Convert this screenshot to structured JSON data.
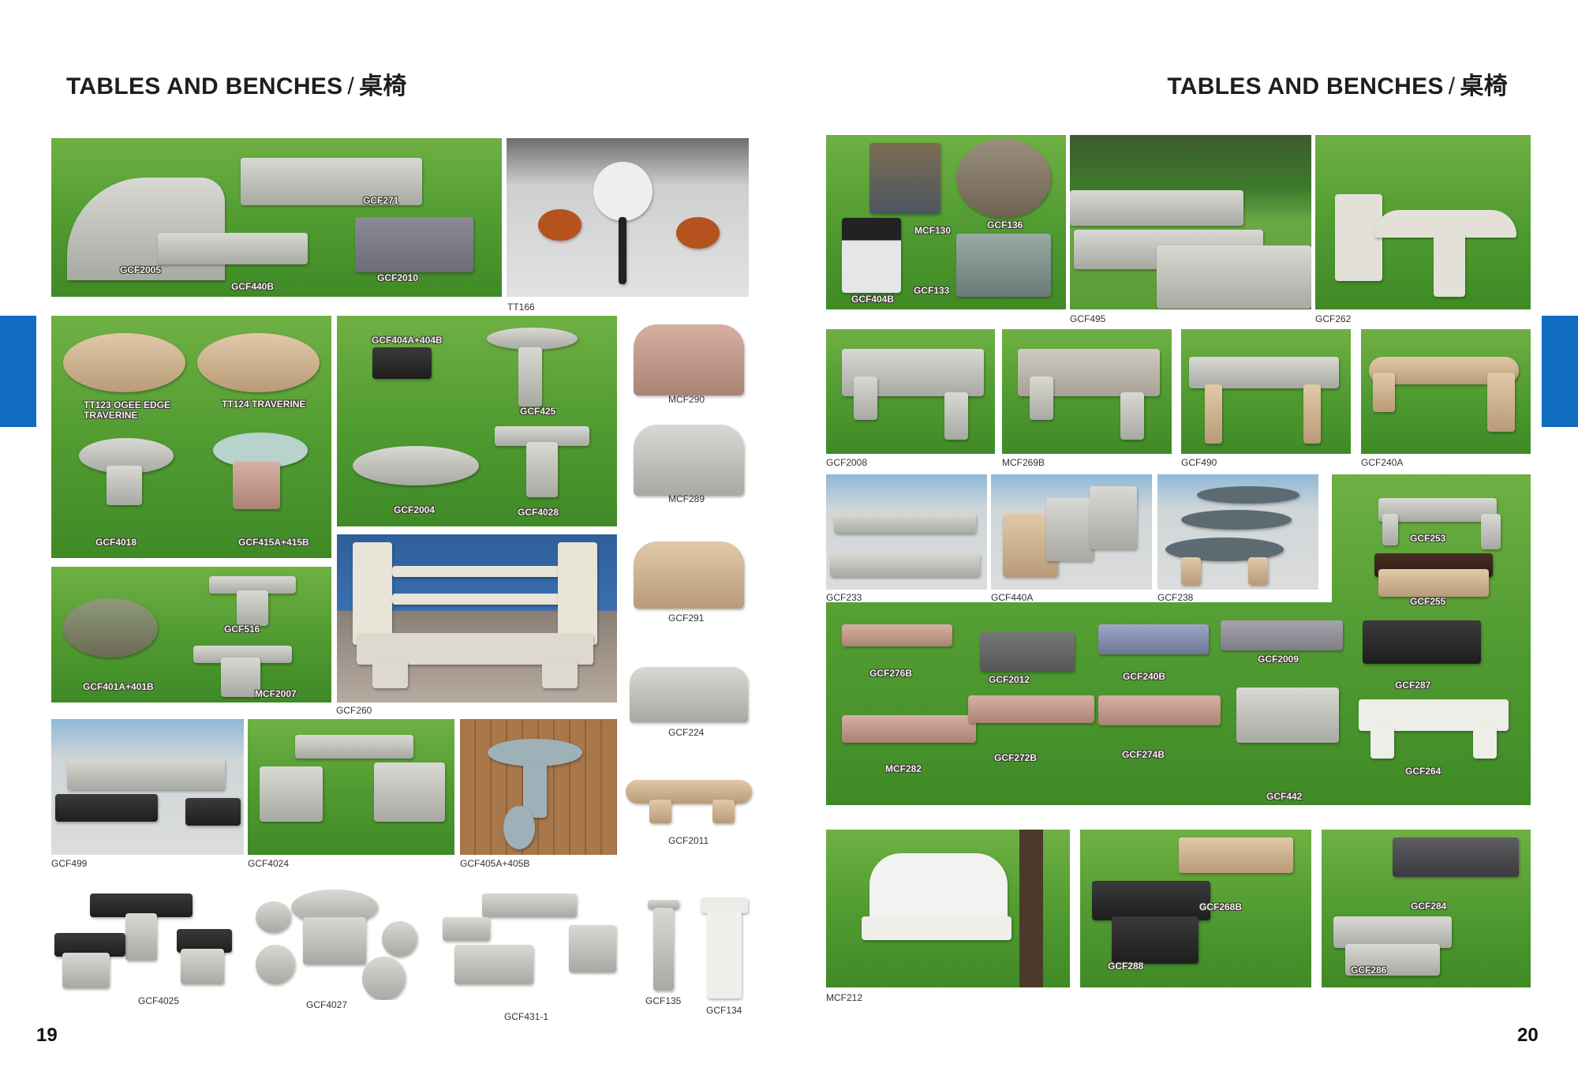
{
  "left_page": {
    "title": "TABLES AND BENCHES",
    "title_sep": "/",
    "title_cn": "桌椅",
    "page_number": "19",
    "labels": [
      "GCF2005",
      "GCF440B",
      "GCF271",
      "GCF2010",
      "TT166",
      "TT123 OGEE EDGE TRAVERINE",
      "TT124 TRAVERINE",
      "GCF4018",
      "GCF415A+415B",
      "GCF404A+404B",
      "GCF425",
      "GCF2004",
      "GCF4028",
      "MCF290",
      "MCF289",
      "GCF291",
      "GCF516",
      "GCF401A+401B",
      "MCF2007",
      "GCF260",
      "GCF224",
      "GCF2011",
      "GCF499",
      "GCF4024",
      "GCF405A+405B",
      "GCF4025",
      "GCF4027",
      "GCF431-1",
      "GCF135",
      "GCF134"
    ]
  },
  "right_page": {
    "title": "TABLES AND BENCHES",
    "title_sep": "/",
    "title_cn": "桌椅",
    "page_number": "20",
    "labels": [
      "MCF130",
      "GCF136",
      "GCF404B",
      "GCF133",
      "GCF495",
      "GCF262",
      "GCF2008",
      "MCF269B",
      "GCF490",
      "GCF240A",
      "GCF233",
      "GCF440A",
      "GCF238",
      "GCF253",
      "GCF255",
      "GCF276B",
      "GCF2012",
      "GCF240B",
      "GCF2009",
      "GCF287",
      "MCF282",
      "GCF272B",
      "GCF274B",
      "GCF442",
      "GCF264",
      "MCF212",
      "GCF288",
      "GCF268B",
      "GCF284",
      "GCF286"
    ]
  },
  "colors": {
    "section_tab": "#0f6cc0",
    "title_text": "#1e1e1e"
  }
}
